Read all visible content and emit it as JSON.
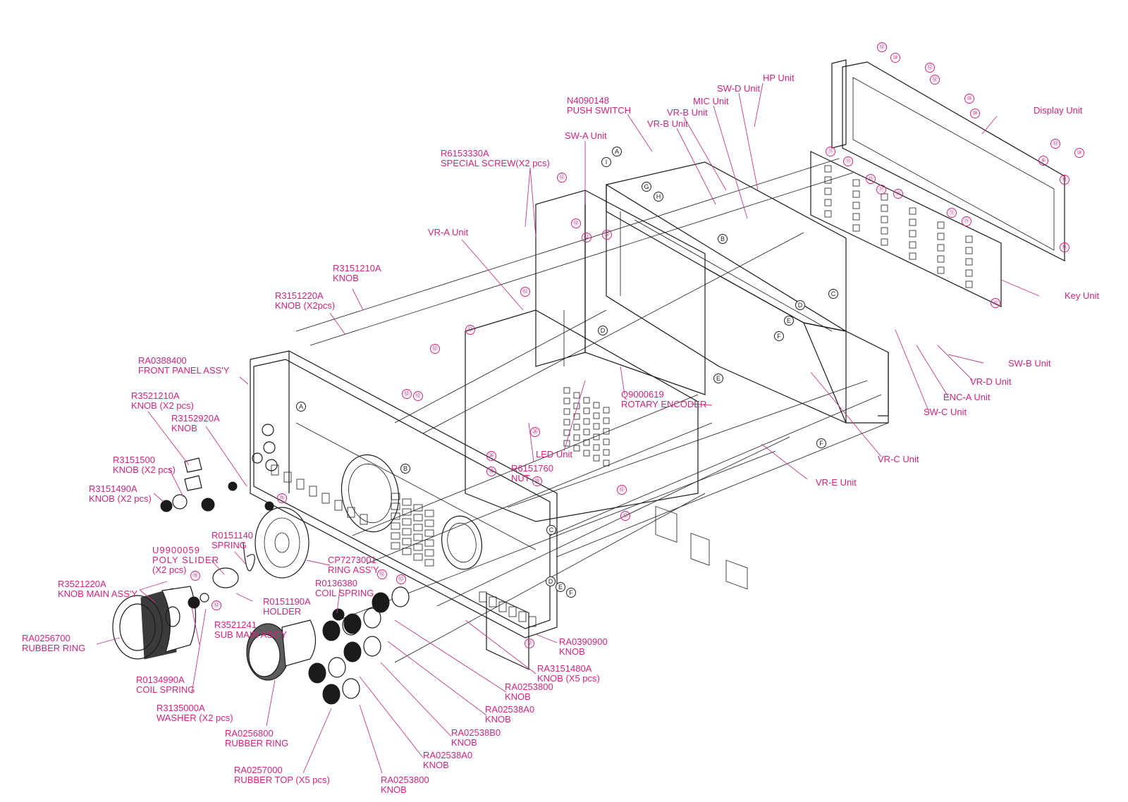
{
  "diagram": {
    "title": "Front panel exploded view",
    "accent_color": "#d1257f",
    "line_color": "#1a1a1a",
    "unit_labels": {
      "hp_unit": "HP Unit",
      "sw_d_unit": "SW-D Unit",
      "mic_unit": "MIC Unit",
      "vr_b_unit_1": "VR-B Unit",
      "vr_b_unit_2": "VR-B Unit",
      "sw_a_unit": "SW-A Unit",
      "display_unit": "Display Unit",
      "vr_a_unit": "VR-A Unit",
      "key_unit": "Key Unit",
      "sw_b_unit": "SW-B Unit",
      "vr_d_unit": "VR-D Unit",
      "enc_a_unit": "ENC-A Unit",
      "sw_c_unit": "SW-C Unit",
      "vr_c_unit": "VR-C Unit",
      "vr_e_unit": "VR-E Unit",
      "led_unit": "LED Unit"
    },
    "parts": {
      "push_switch": {
        "code": "N4090148",
        "name": "PUSH SWITCH"
      },
      "special_screw": {
        "code": "R6153330A",
        "name": "SPECIAL SCREW(X2 pcs)"
      },
      "knob_r3151210a": {
        "code": "R3151210A",
        "name": "KNOB"
      },
      "knob_r3151220a": {
        "code": "R3151220A",
        "name": "KNOB (X2pcs)"
      },
      "front_panel": {
        "code": "RA0388400",
        "name": "FRONT PANEL ASS'Y"
      },
      "knob_r3521210a": {
        "code": "R3521210A",
        "name": "KNOB (X2 pcs)"
      },
      "knob_r3152920a": {
        "code": "R3152920A",
        "name": "KNOB"
      },
      "knob_r3151500": {
        "code": "R3151500",
        "name": "KNOB (X2 pcs)"
      },
      "knob_r3151490a": {
        "code": "R3151490A",
        "name": "KNOB (X2 pcs)"
      },
      "rotary_encoder": {
        "code": "Q9000619",
        "name": "ROTARY ENCODER"
      },
      "nut": {
        "code": "R6151760",
        "name": "NUT"
      },
      "spring": {
        "code": "R0151140",
        "name": "SPRING"
      },
      "poly_slider": {
        "code": "U9900059",
        "name": "POLY  SLIDER",
        "qty": "(X2 pcs)"
      },
      "ring_assy": {
        "code": "CP7273001",
        "name": "RING ASS'Y"
      },
      "knob_main": {
        "code": "R3521220A",
        "name": "KNOB MAIN ASS'Y"
      },
      "coil_spring_r0136380": {
        "code": "R0136380",
        "name": "COIL SPRING"
      },
      "holder": {
        "code": "R0151190A",
        "name": "HOLDER"
      },
      "sub_main": {
        "code": "R3521241",
        "name": "SUB MAIN ASS'Y"
      },
      "rubber_ring_700": {
        "code": "RA0256700",
        "name": "RUBBER RING"
      },
      "coil_spring_r0134990a": {
        "code": "R0134990A",
        "name": "COIL SPRING"
      },
      "washer": {
        "code": "R3135000A",
        "name": "WASHER (X2 pcs)"
      },
      "rubber_ring_800": {
        "code": "RA0256800",
        "name": "RUBBER RING"
      },
      "rubber_top": {
        "code": "RA0257000",
        "name": "RUBBER TOP (X5 pcs)"
      },
      "knob_ra0390900": {
        "code": "RA0390900",
        "name": "KNOB"
      },
      "knob_ra3151480a": {
        "code": "RA3151480A",
        "name": "KNOB (X5 pcs)"
      },
      "knob_ra0253800_a": {
        "code": "RA0253800",
        "name": "KNOB"
      },
      "knob_ra02538a0_a": {
        "code": "RA02538A0",
        "name": "KNOB"
      },
      "knob_ra02538b0": {
        "code": "RA02538B0",
        "name": "KNOB"
      },
      "knob_ra02538a0_b": {
        "code": "RA02538A0",
        "name": "KNOB"
      },
      "knob_ra0253800_b": {
        "code": "RA0253800",
        "name": "KNOB"
      }
    },
    "screw_refs": [
      "⑫",
      "⑩",
      "⑫",
      "⑫",
      "⑩",
      "⑩",
      "⑫",
      "⑥",
      "⑩",
      "⑫",
      "⑫",
      "⑪",
      "⑪",
      "⑪",
      "⑪",
      "⑪",
      "⑪",
      "⑪",
      "⑪",
      "⑫",
      "⑫",
      "⑫",
      "⑫",
      "⑫",
      "⑫",
      "⑫",
      "⑫",
      "⑫",
      "㉖",
      "㉖",
      "⑫",
      "⑫",
      "⑫",
      "⑮",
      "⑮",
      "⑮",
      "⑫",
      "⑫",
      "⑫",
      "⑫"
    ],
    "connection_letters": [
      "A",
      "I",
      "G",
      "H",
      "B",
      "C",
      "D",
      "E",
      "F",
      "A",
      "B",
      "C",
      "D",
      "E",
      "F",
      "D",
      "E",
      "F"
    ]
  }
}
